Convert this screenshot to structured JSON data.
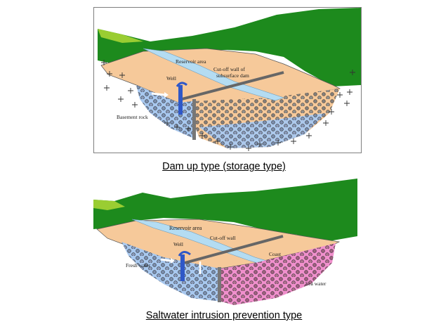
{
  "top_diagram": {
    "labels": {
      "reservoir": "Reservoir area",
      "cutoff_line1": "Cut-off wall of",
      "cutoff_line2": "subsurface dam",
      "well": "Well",
      "basement": "Basement rock"
    },
    "caption": "Dam up type (storage type)"
  },
  "bottom_diagram": {
    "labels": {
      "reservoir": "Reservoir area",
      "cutoff": "Cut-off wall",
      "well": "Well",
      "coast": "Coast",
      "fresh": "Fresh water",
      "sea": "Sea water"
    },
    "caption": "Saltwater intrusion prevention type"
  },
  "colors": {
    "mountain": "#1d8a1d",
    "light_green": "#9acd32",
    "reservoir_sand": "#f6c99a",
    "river": "#b4dcf2",
    "gravel_fresh": "#a8c8ef",
    "gravel_pink": "#f08fcc",
    "basement": "#ffffff",
    "well_blue": "#2f58c8"
  }
}
